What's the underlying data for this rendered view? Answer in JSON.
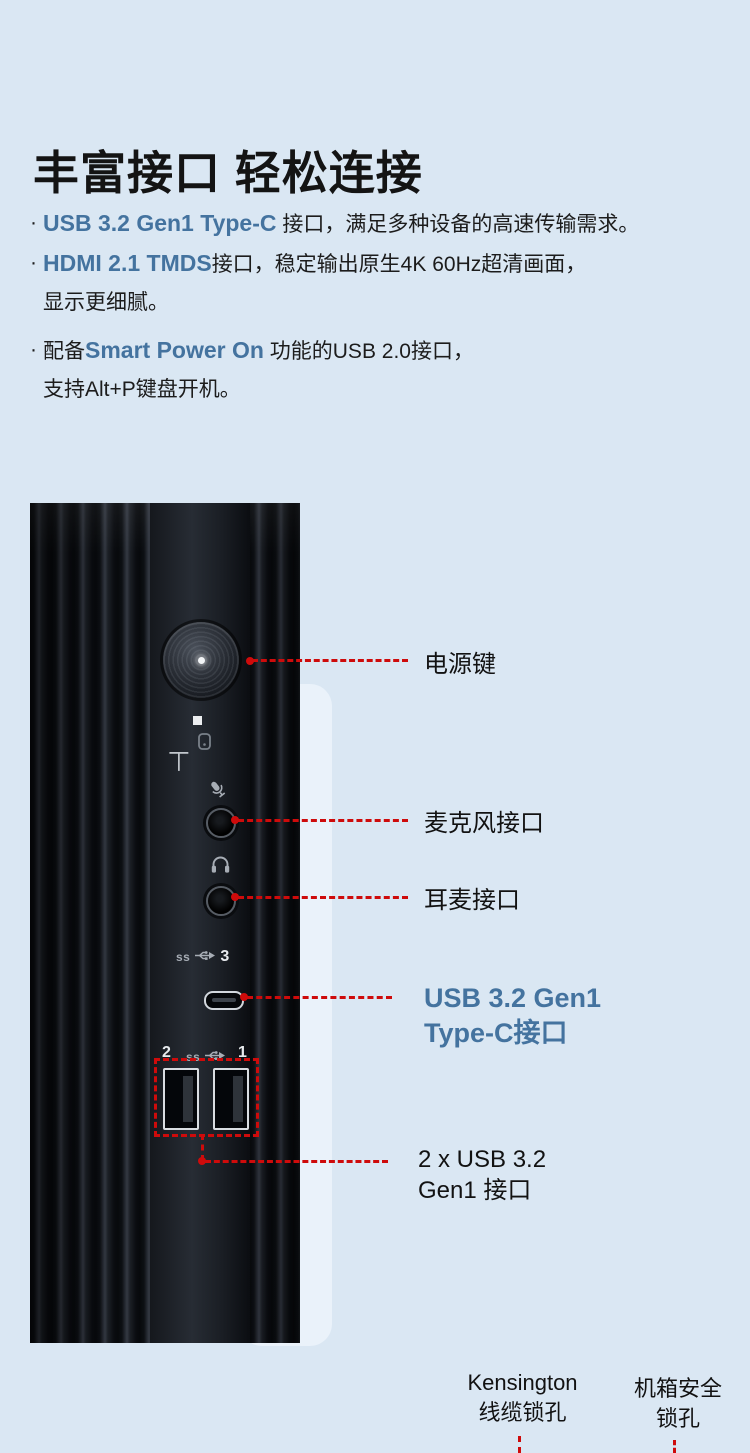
{
  "colors": {
    "red": "#ce0b0b",
    "blue": "#44739f",
    "background": "#dae7f3"
  },
  "header": {
    "title": "丰富接口 轻松连接",
    "bullet_char": "·",
    "b1": {
      "highlight": "USB 3.2 Gen1 Type-C",
      "rest": " 接口，满足多种设备的高速传输需求。"
    },
    "b2": {
      "highlight": "HDMI 2.1 TMDS",
      "rest": "接口，稳定输出原生4K 60Hz超清画面，",
      "line2": "显示更细腻。"
    },
    "b3": {
      "prefix": "配备",
      "highlight": "Smart Power On",
      "rest": " 功能的USB 2.0接口，",
      "line2": "支持Alt+P键盘开机。"
    }
  },
  "device": {
    "usbc_number": "3",
    "usba_left_number": "2",
    "usba_right_number": "1",
    "ss_marking": "ss",
    "lamp_glyph": "⊤"
  },
  "callouts": {
    "power": "电源键",
    "mic": "麦克风接口",
    "headset": "耳麦接口",
    "usbc_line1": "USB 3.2 Gen1",
    "usbc_line2": "Type-C接口",
    "usba_line1": "2 x USB 3.2",
    "usba_line2": "Gen1 接口"
  },
  "footer": {
    "kensington_line1": "Kensington",
    "kensington_line2": "线缆锁孔",
    "chassis_line1": "机箱安全",
    "chassis_line2": "锁孔"
  }
}
